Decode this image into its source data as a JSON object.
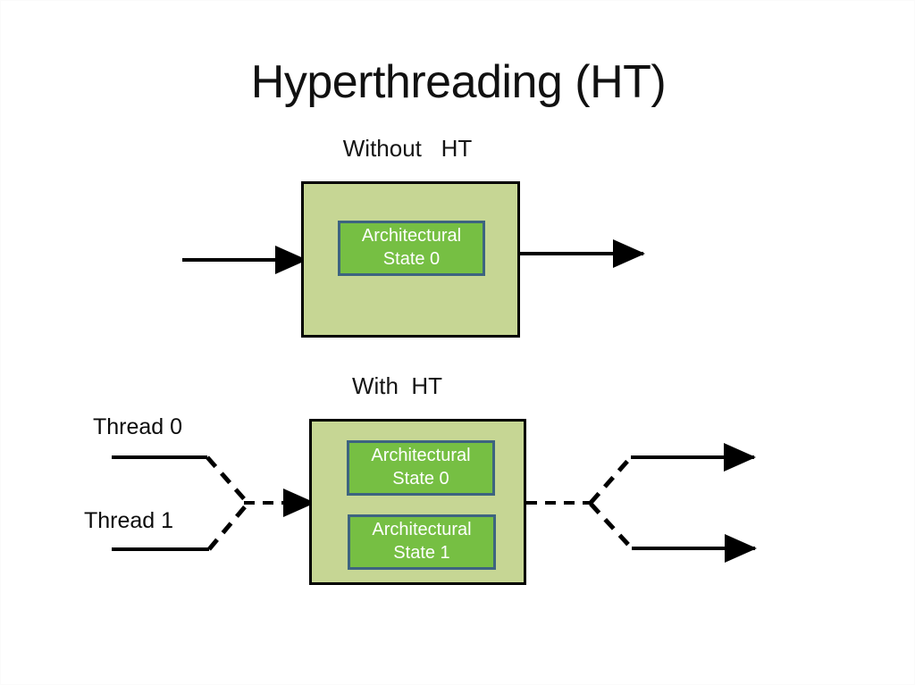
{
  "slide": {
    "title": "Hyperthreading (HT)",
    "background_color": "#ffffff"
  },
  "sections": {
    "without_ht": {
      "label": "Without   HT",
      "cpu_box": {
        "fill_color": "#c6d694",
        "border_color": "#000000"
      },
      "states": [
        {
          "line1": "Architectural",
          "line2": "State 0"
        }
      ],
      "input_arrow": {
        "style": "solid",
        "label": ""
      },
      "output_arrow": {
        "style": "solid",
        "label": ""
      }
    },
    "with_ht": {
      "label": "With  HT",
      "cpu_box": {
        "fill_color": "#c6d694",
        "border_color": "#000000"
      },
      "states": [
        {
          "line1": "Architectural",
          "line2": "State 0"
        },
        {
          "line1": "Architectural",
          "line2": "State 1"
        }
      ],
      "inputs": [
        {
          "label": "Thread 0",
          "style": "solid-then-dashed"
        },
        {
          "label": "Thread 1",
          "style": "solid-then-dashed"
        }
      ],
      "outputs": [
        {
          "label": "",
          "style": "dashed-then-solid"
        },
        {
          "label": "",
          "style": "dashed-then-solid"
        }
      ]
    }
  },
  "colors": {
    "outer_box_fill": "#c6d694",
    "outer_box_border": "#000000",
    "state_box_fill": "#76bf43",
    "state_box_border": "#3d6480",
    "state_text": "#ffffff",
    "line": "#000000",
    "text": "#000000"
  }
}
